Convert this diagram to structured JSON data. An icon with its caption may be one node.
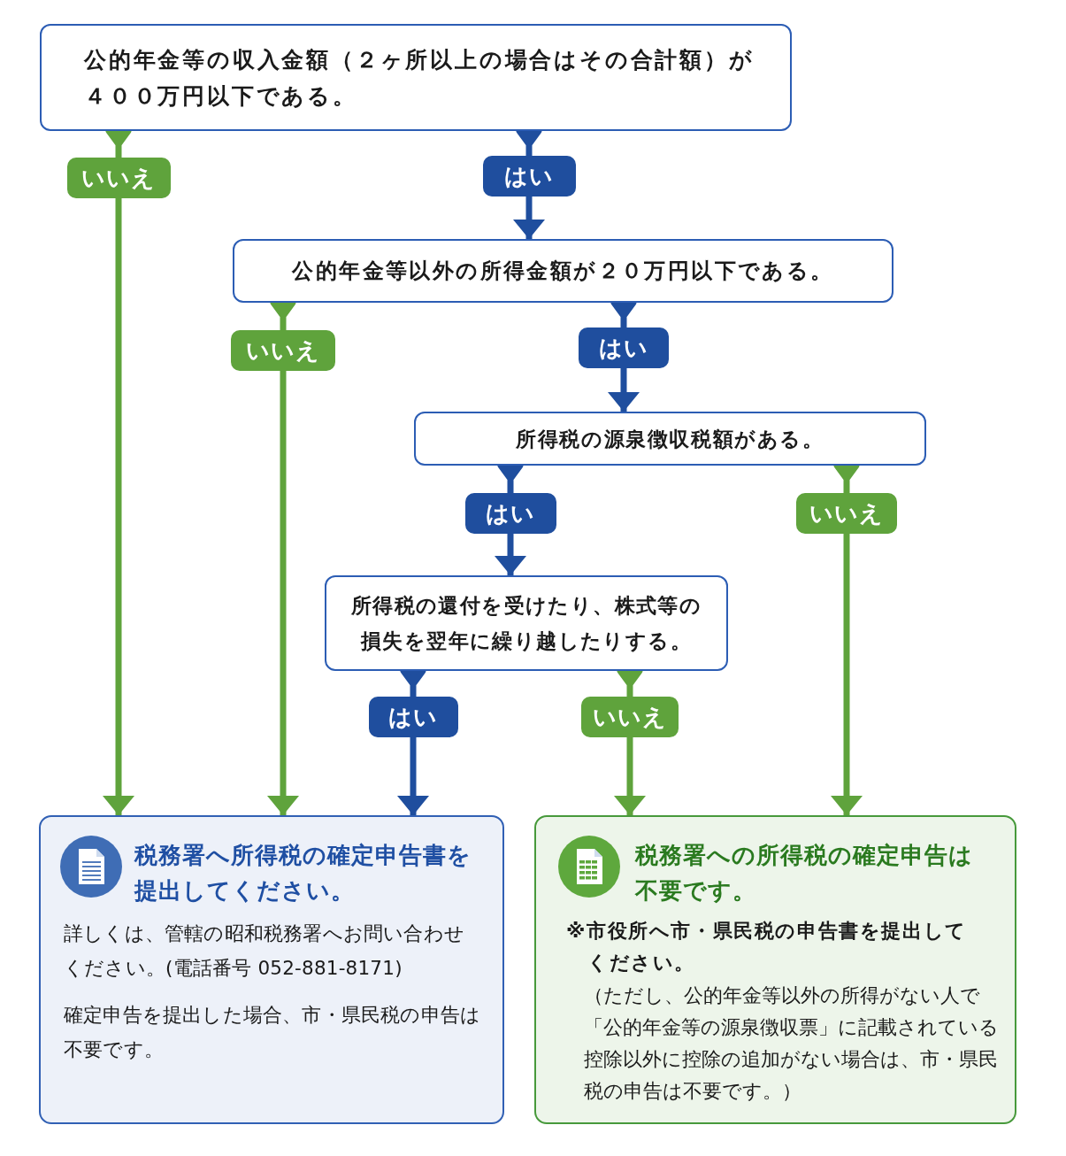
{
  "diagram": {
    "nodes": [
      {
        "text": [
          "公的年金等の収入金額（２ヶ所以上の場合はその合計額）が４００万円以下である。"
        ]
      },
      {
        "text": [
          "公的年金等以外の所得金額が２０万円以下である。"
        ]
      },
      {
        "text": [
          "所得税の源泉徴収税額がある。"
        ]
      },
      {
        "text": [
          "所得税の還付を受けたり、株式等の損失を翌年に繰り越したりする。"
        ]
      },
      {
        "text": [
          "税務署へ所得税の確定申告書を提出してください。",
          "詳しくは、管轄の昭和税務署へお問い合わせください。(電話番号 052-881-8171)",
          "確定申告を提出した場合、市・県民税の申告は不要です。"
        ]
      },
      {
        "text": [
          "税務署への所得税の確定申告は不要です。",
          "※市役所へ市・県民税の申告書を提出してください。",
          "（ただし、公的年金等以外の所得がない人で「公的年金等の源泉徴収票」に記載されている控除以外に控除の追加がない場合は、市・県民税の申告は不要です。）"
        ]
      }
    ],
    "edges": [
      {
        "from": 0,
        "to": 4,
        "arrow": "to",
        "label": "いいえ",
        "color": "#5fa33c"
      },
      {
        "from": 0,
        "to": 1,
        "arrow": "to",
        "label": "はい",
        "color": "#1f4e9e"
      },
      {
        "from": 1,
        "to": 4,
        "arrow": "to",
        "label": "いいえ",
        "color": "#5fa33c"
      },
      {
        "from": 1,
        "to": 2,
        "arrow": "to",
        "label": "はい",
        "color": "#1f4e9e"
      },
      {
        "from": 2,
        "to": 3,
        "arrow": "to",
        "label": "はい",
        "color": "#1f4e9e"
      },
      {
        "from": 2,
        "to": 5,
        "arrow": "to",
        "label": "いいえ",
        "color": "#5fa33c"
      },
      {
        "from": 3,
        "to": 4,
        "arrow": "to",
        "label": "はい",
        "color": "#1f4e9e"
      },
      {
        "from": 3,
        "to": 5,
        "arrow": "to",
        "label": "いいえ",
        "color": "#5fa33c"
      }
    ]
  }
}
